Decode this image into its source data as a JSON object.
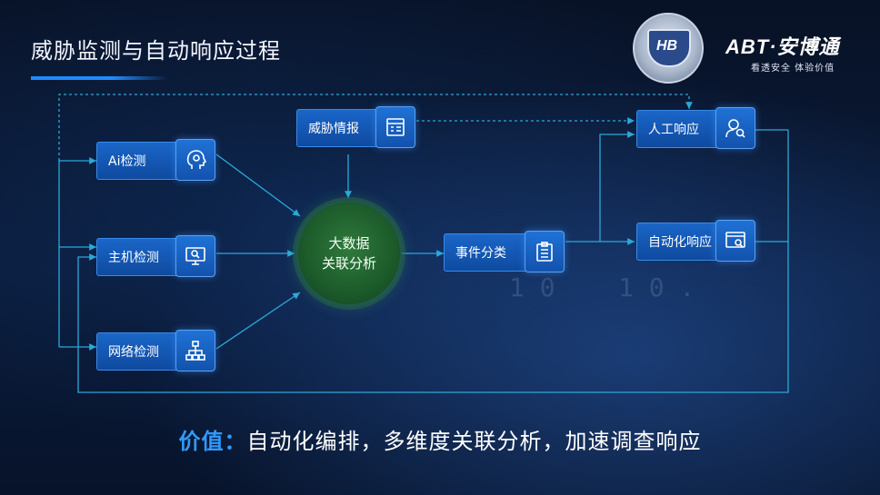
{
  "title": "威胁监测与自动响应过程",
  "brand": {
    "name": "ABT·安博通",
    "slogan": "看透安全 体验价值",
    "badge_text": "HB"
  },
  "nodes": {
    "ai_detect": "Ai检测",
    "host_detect": "主机检测",
    "network_detect": "网络检测",
    "threat_intel": "威胁情报",
    "event_classify": "事件分类",
    "manual_response": "人工响应",
    "auto_response": "自动化响应"
  },
  "center": {
    "line1": "大数据",
    "line2": "关联分析"
  },
  "value": {
    "label": "价值：",
    "text": "自动化编排，多维度关联分析，加速调查响应"
  },
  "colors": {
    "accent": "#2f9bff",
    "node": "#1a66c8",
    "line": "#2aa9d9",
    "center": "#2f7a3c"
  },
  "icons": {
    "ai_detect": "head-gear-icon",
    "host_detect": "monitor-search-icon",
    "network_detect": "network-topology-icon",
    "threat_intel": "document-icon",
    "event_classify": "clipboard-list-icon",
    "manual_response": "person-search-icon",
    "auto_response": "browser-search-icon"
  }
}
